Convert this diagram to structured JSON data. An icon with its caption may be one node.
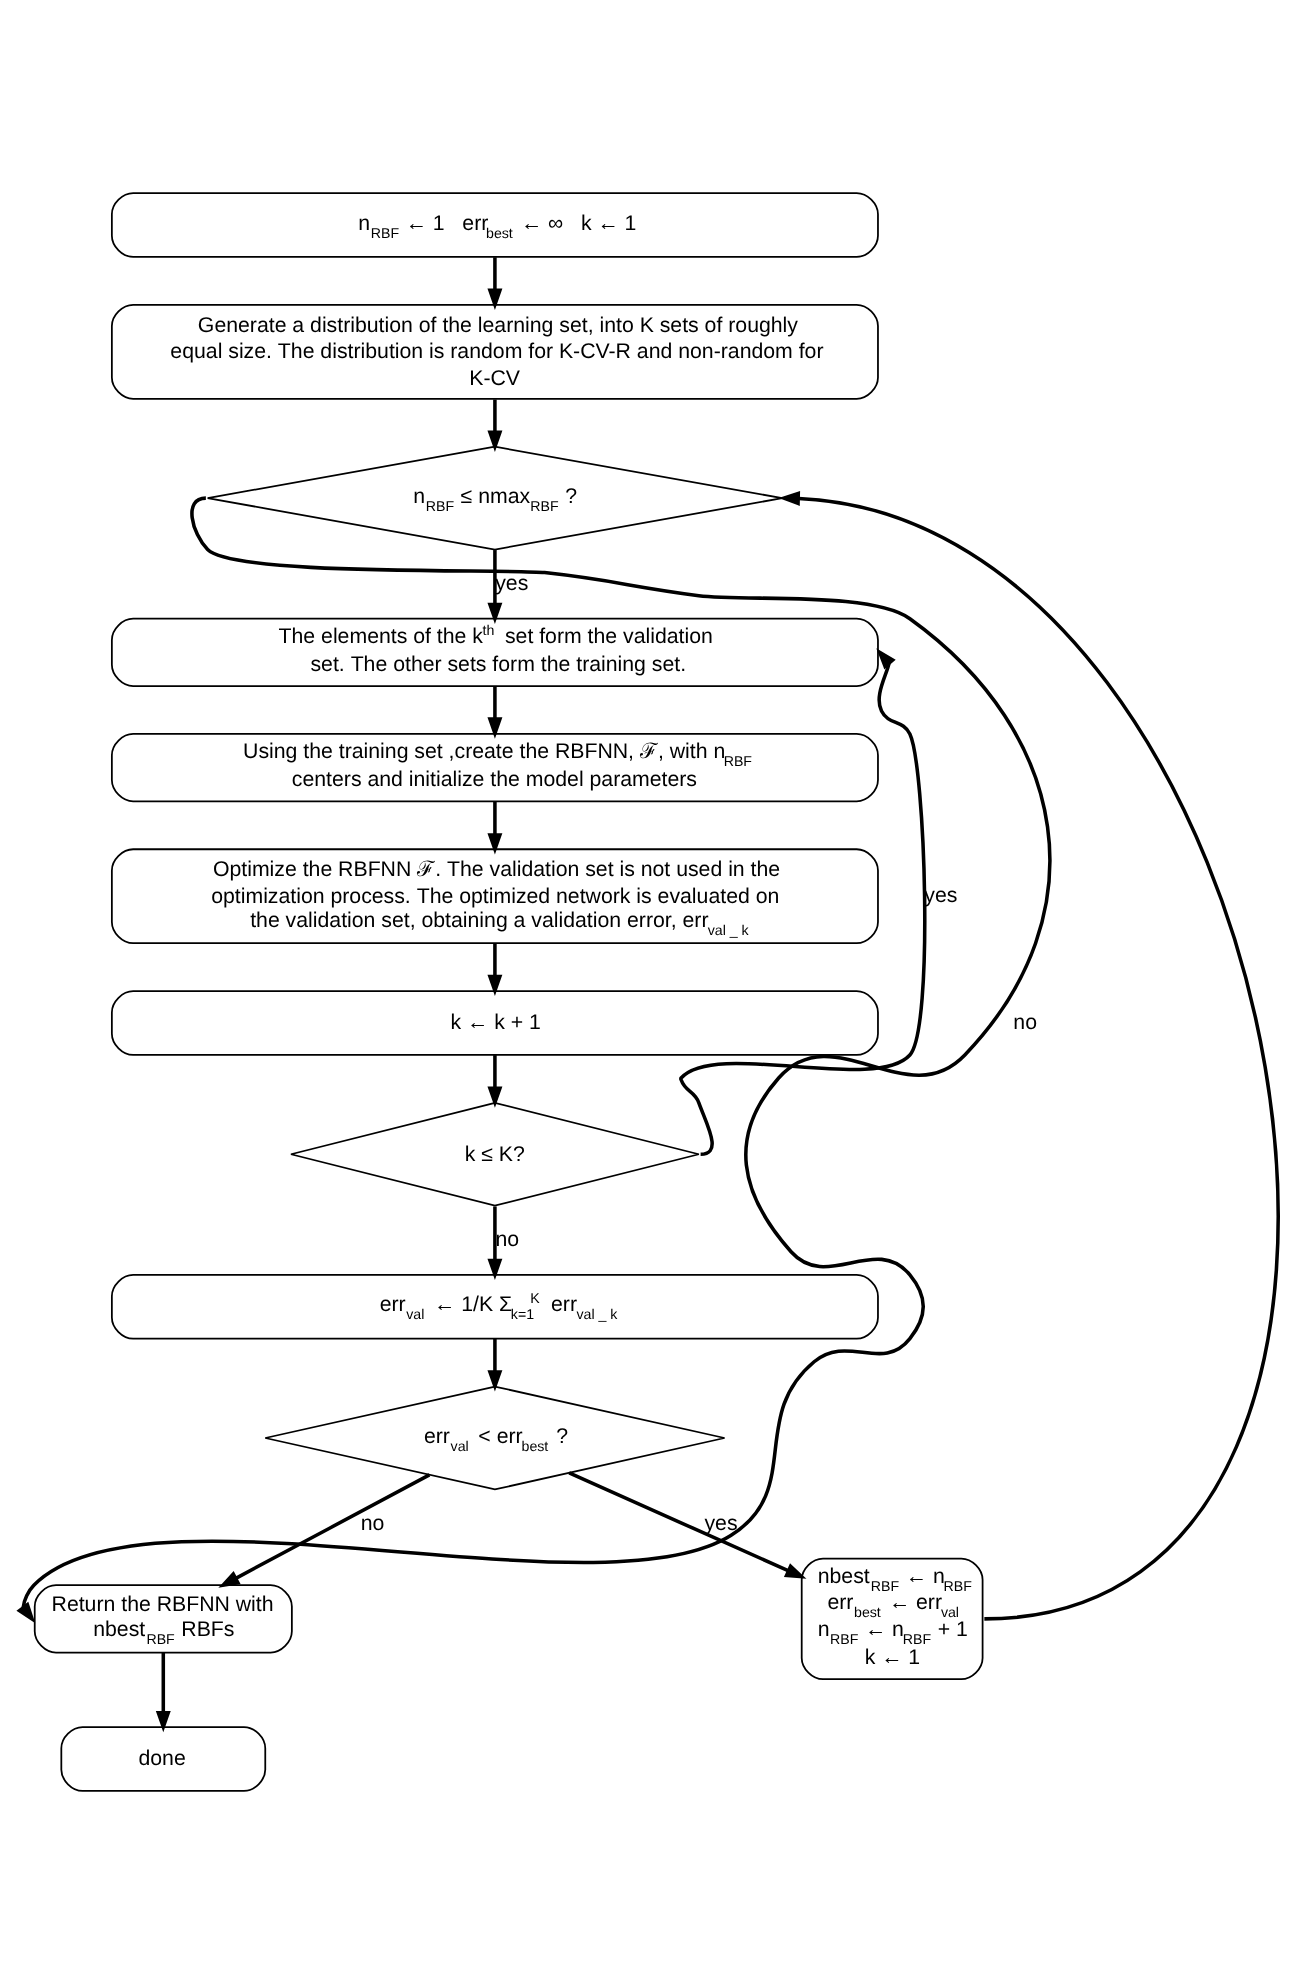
{
  "diagram": {
    "nodes": [
      {
        "text": [
          "n$_{RBF}$ ← 1   err$_{best}$ ← ∞   k ← 1"
        ]
      },
      {
        "text": [
          "Generate a distribution of the learning set, into K sets of roughly equal size. The distribution is random for K-CV-R and non-random for K-CV"
        ]
      },
      {
        "text": [
          "n$_{RBF}$ ≤ nmax$_{RBF}$ ?"
        ]
      },
      {
        "text": [
          "The elements of the k$^{th}$ set form the validation set. The other sets form the training set."
        ]
      },
      {
        "text": [
          "Using the training set ,create the RBFNN, ℱ, with n$_{RBF}$ centers and initialize the model parameters"
        ]
      },
      {
        "text": [
          "Optimize the RBFNN ℱ. The validation set is not used in the optimization process. The optimized network is evaluated on the validation set, obtaining a validation error, err$_{val _ k}$"
        ]
      },
      {
        "text": [
          "k ← k + 1"
        ]
      },
      {
        "text": [
          "k ≤ K?"
        ]
      },
      {
        "text": [
          "err$_{val}$ ← 1/K Σ$_{k=1}$$^{K}$ err$_{val _ k}$"
        ]
      },
      {
        "text": [
          "err$_{val}$ < err$_{best}$ ?"
        ]
      },
      {
        "text": [
          "Return the RBFNN with nbest$_{RBF}$ RBFs"
        ]
      },
      {
        "text": [
          "done"
        ]
      },
      {
        "text": [
          "nbest$_{RBF}$ ← n$_{RBF}$",
          "err$_{best}$ ← err$_{val}$",
          "n$_{RBF}$ ← n$_{RBF}$ + 1",
          "k ← 1"
        ]
      }
    ],
    "edges": [
      {
        "from": 0,
        "to": 1,
        "arrow": "to"
      },
      {
        "from": 1,
        "to": 2,
        "arrow": "to"
      },
      {
        "from": 2,
        "to": 3,
        "arrow": "to",
        "label": "yes"
      },
      {
        "from": 2,
        "to": 10,
        "arrow": "to",
        "label": "no"
      },
      {
        "from": 3,
        "to": 4,
        "arrow": "to"
      },
      {
        "from": 4,
        "to": 5,
        "arrow": "to"
      },
      {
        "from": 5,
        "to": 6,
        "arrow": "to"
      },
      {
        "from": 6,
        "to": 7,
        "arrow": "to"
      },
      {
        "from": 7,
        "to": 3,
        "arrow": "to",
        "label": "yes"
      },
      {
        "from": 7,
        "to": 8,
        "arrow": "to",
        "label": "no"
      },
      {
        "from": 8,
        "to": 9,
        "arrow": "to"
      },
      {
        "from": 9,
        "to": 10,
        "arrow": "to",
        "label": "no"
      },
      {
        "from": 9,
        "to": 12,
        "arrow": "to",
        "label": "yes"
      },
      {
        "from": 10,
        "to": 11,
        "arrow": "to"
      },
      {
        "from": 12,
        "to": 2,
        "arrow": "to"
      }
    ]
  }
}
